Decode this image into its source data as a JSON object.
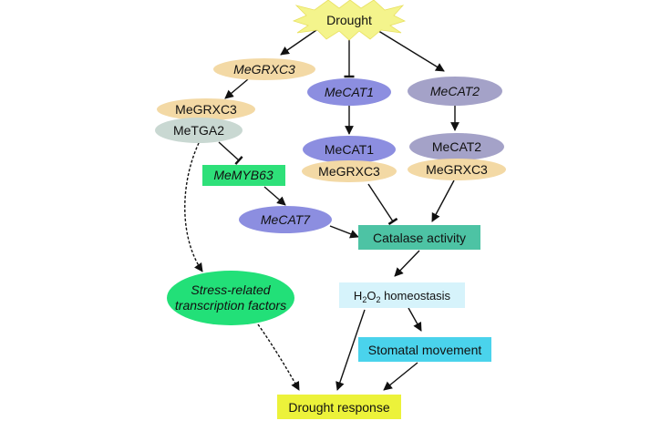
{
  "nodes": {
    "drought": "Drought",
    "megrxc3_gene": "MeGRXC3",
    "mecat1_gene": "MeCAT1",
    "mecat2_gene": "MeCAT2",
    "megrxc3_protein": "MeGRXC3",
    "metga2": "MeTGA2",
    "mecat1_protein": "MeCAT1",
    "megrxc3_with_cat1": "MeGRXC3",
    "mecat2_protein": "MeCAT2",
    "megrxc3_with_cat2": "MeGRXC3",
    "memyb63": "MeMYB63",
    "mecat7": "MeCAT7",
    "catalase_activity": "Catalase activity",
    "h2o2_prefix": "H",
    "h2o2_sub1": "2",
    "h2o2_mid": "O",
    "h2o2_sub2": "2",
    "h2o2_suffix": " homeostasis",
    "stress_tf_line1": "Stress-related",
    "stress_tf_line2": "transcription factors",
    "stomatal_movement": "Stomatal movement",
    "drought_response": "Drought response"
  },
  "colors": {
    "drought_star": "#f4f48c",
    "orange_node": "#f3d9a5",
    "gray_node": "#c9d8d2",
    "purple_node": "#8c8ee0",
    "gray_purple_node": "#a4a2c8",
    "green_box": "#2ee079",
    "teal_box": "#4dc3a4",
    "green_ellipse": "#22e078",
    "light_blue_box": "#d6f3fb",
    "cyan_box": "#4ad3ec",
    "yellow_box": "#ecf23a"
  }
}
